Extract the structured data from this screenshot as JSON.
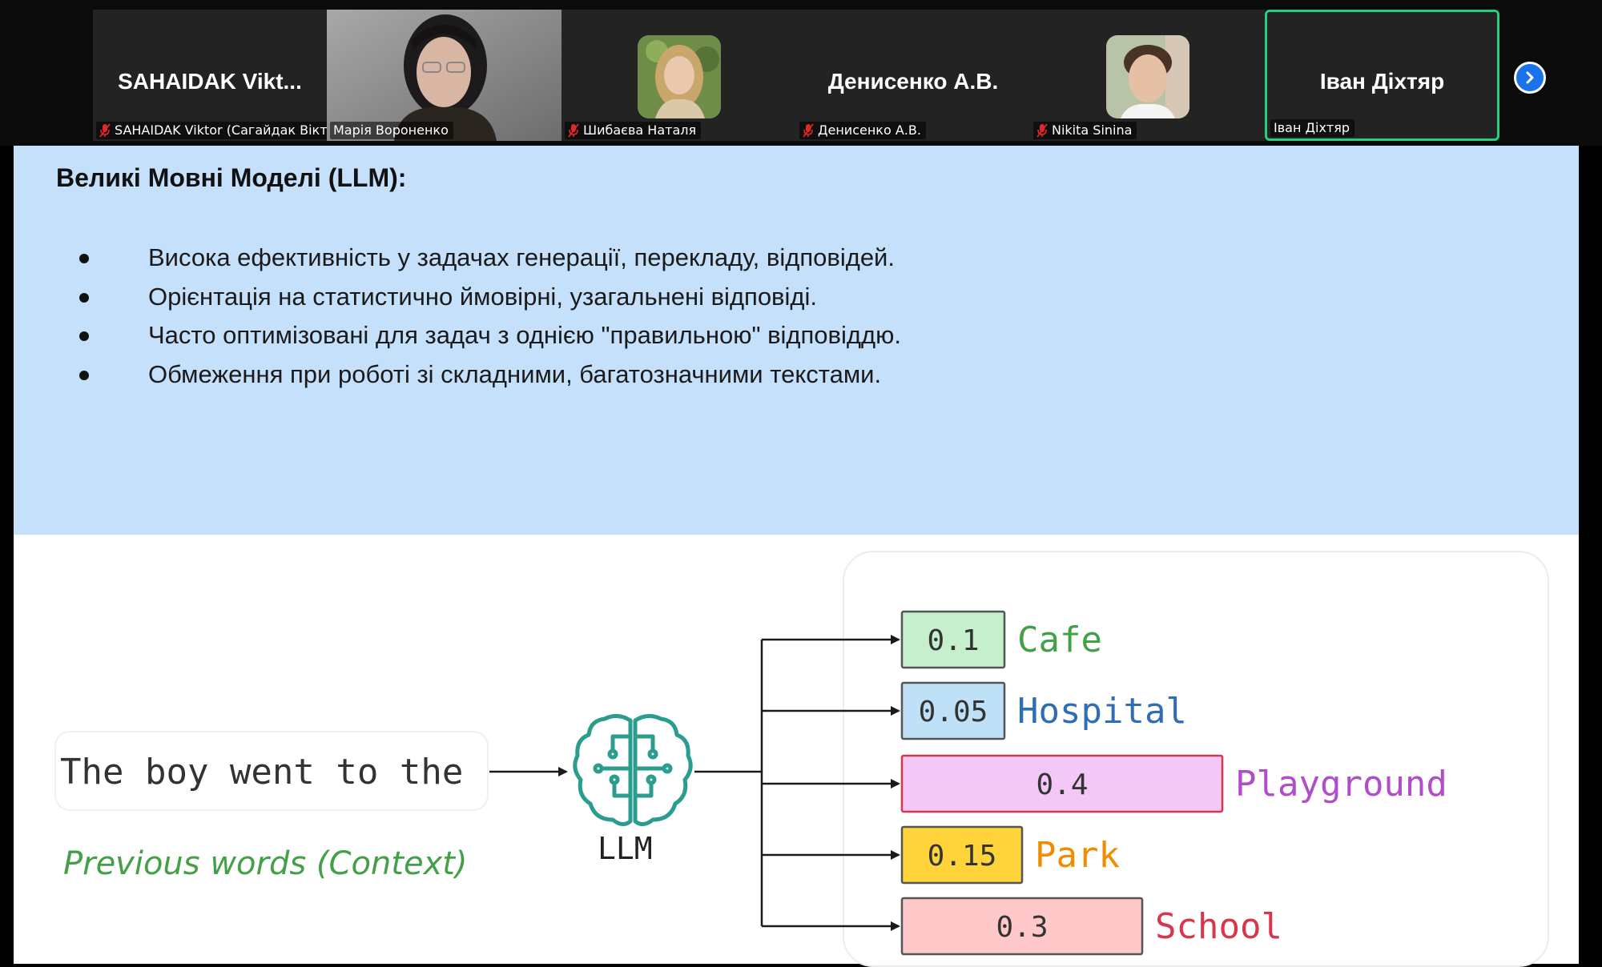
{
  "meeting": {
    "participants": [
      {
        "display_name": "SAHAIDAK  Vikt...",
        "name_tag": "SAHAIDAK Viktor (Сагайдак Віктор)",
        "muted": true,
        "video": false
      },
      {
        "display_name": "",
        "name_tag": "Марія Вороненко",
        "muted": false,
        "video": true
      },
      {
        "display_name": "",
        "name_tag": "Шибаєва Наталя",
        "muted": true,
        "video": false
      },
      {
        "display_name": "Денисенко А.В.",
        "name_tag": "Денисенко А.В.",
        "muted": true,
        "video": false
      },
      {
        "display_name": "",
        "name_tag": "Nikita Sinina",
        "muted": true,
        "video": false
      },
      {
        "display_name": "Іван Діхтяр",
        "name_tag": "Іван Діхтяр",
        "muted": false,
        "video": false,
        "active_speaker": true
      }
    ],
    "next_page_icon": "chevron-right-icon",
    "colors": {
      "active_border": "#24d07d",
      "next_button": "#1a73e8",
      "mute": "#e02828"
    }
  },
  "slide": {
    "title": "Великі Мовні Моделі (LLM):",
    "bullets": [
      "Висока ефективність у задачах генерації, перекладу, відповідей.",
      "Орієнтація на статистично ймовірні, узагальнені відповіді.",
      "Часто оптимізовані для задач з однією \"правильною\" відповіддю.",
      "Обмеження при роботі зі складними, багатозначними текстами."
    ],
    "background_color": "#c5e0fb",
    "diagram": {
      "input_text": "The boy went to the",
      "context_label": "Previous words (Context)",
      "model_label": "LLM",
      "model_icon": "brain-circuit-icon",
      "outputs": [
        {
          "prob": "0.1",
          "value": 0.1,
          "word": "Cafe",
          "fill": "#c6efce",
          "stroke": "#555555",
          "text": "#43a047"
        },
        {
          "prob": "0.05",
          "value": 0.05,
          "word": "Hospital",
          "fill": "#bfe1f7",
          "stroke": "#555555",
          "text": "#2f6eb5"
        },
        {
          "prob": "0.4",
          "value": 0.4,
          "word": "Playground",
          "fill": "#f3c8f7",
          "stroke": "#d9364c",
          "text": "#b04dc9"
        },
        {
          "prob": "0.15",
          "value": 0.15,
          "word": "Park",
          "fill": "#ffd43b",
          "stroke": "#555555",
          "text": "#f08c00"
        },
        {
          "prob": "0.3",
          "value": 0.3,
          "word": "School",
          "fill": "#ffc9c9",
          "stroke": "#555555",
          "text": "#d9364c"
        }
      ]
    }
  }
}
